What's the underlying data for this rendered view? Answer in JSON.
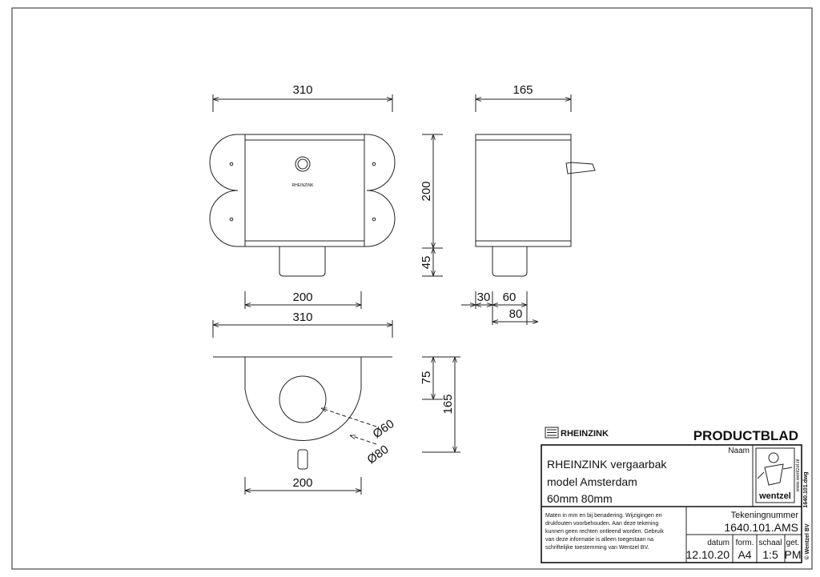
{
  "dimensions": {
    "front_width": "310",
    "side_depth": "165",
    "front_height": "200",
    "outlet_length": "45",
    "front_base_width": "200",
    "side_30": "30",
    "side_60": "60",
    "side_80": "80",
    "top_width": "310",
    "top_75": "75",
    "top_165": "165",
    "dia_60": "Ø60",
    "dia_80": "Ø80",
    "top_base_width": "200"
  },
  "drawing_labels": {
    "brand_on_box": "RHEINZINK"
  },
  "title_block": {
    "logo_text": "RHEINZINK",
    "heading": "PRODUCTBLAD",
    "name_label": "Naam",
    "product_line1": "RHEINZINK vergaarbak",
    "product_line2": "model Amsterdam",
    "product_line3": "60mm 80mm",
    "disclaimer_line1": "Maten in mm en bij benadering. Wijzigingen en",
    "disclaimer_line2": "drukfouten voorbehouden. Aan deze tekening",
    "disclaimer_line3": "kunnen geen rechten ontleend worden. Gebruik",
    "disclaimer_line4": "van deze informatie is alleen toegestaan na",
    "disclaimer_line5": "schriftelijke toestemming van Wentzel BV.",
    "drawing_number_label": "Tekeningnummer",
    "drawing_number": "1640.101.AMS",
    "date_label": "datum",
    "date": "12.10.20",
    "format_label": "form.",
    "format": "A4",
    "scale_label": "schaal",
    "scale": "1:5",
    "drawn_label": "get.",
    "drawn": "PM",
    "company_logo_text": "wentzel",
    "website": "www.wentzel.nl",
    "file_name": "1640.101.dwg",
    "copyright": "© Wentzel BV"
  }
}
